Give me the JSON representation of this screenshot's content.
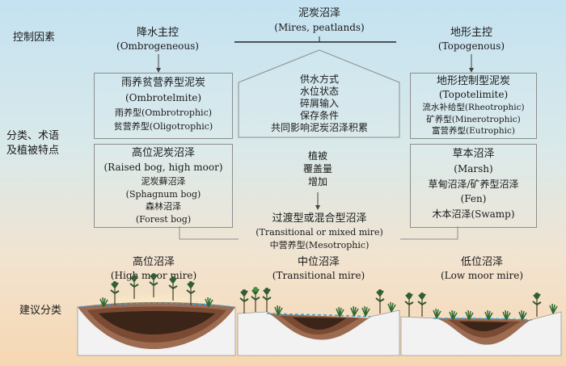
{
  "labels": {
    "factors": "控制因素",
    "classification": [
      "分类、术语",
      "及植被特点"
    ],
    "suggested": "建议分类"
  },
  "center_top": {
    "cn": "泥炭沼泽",
    "en": "(Mires, peatlands)"
  },
  "left_top": {
    "cn": "降水主控",
    "en": "(Ombrogeneous)"
  },
  "right_top": {
    "cn": "地形主控",
    "en": "(Topogenous)"
  },
  "box_ombro": {
    "title_cn": "雨养贫营养型泥炭",
    "title_en": "(Ombrotelmite)",
    "line1": "雨养型(Ombrotrophic)",
    "line2": "贫营养型(Oligotrophic)"
  },
  "box_topo": {
    "title_cn": "地形控制型泥炭",
    "title_en": "(Topotelimite)",
    "line1": "流水补给型(Rheotrophic)",
    "line2": "矿养型(Minerotrophic)",
    "line3": "富营养型(Eutrophic)"
  },
  "house": [
    "供水方式",
    "水位状态",
    "碎屑输入",
    "保存条件",
    "共同影响泥炭沼泽积累"
  ],
  "box_raised": {
    "title_cn": "高位泥炭沼泽",
    "title_en": "(Raised bog, high moor)",
    "line1": "泥炭藓沼泽",
    "line2": "(Sphagnum bog)",
    "line3": "森林沼泽",
    "line4": "(Forest bog)"
  },
  "box_marsh": {
    "title_cn": "草本沼泽",
    "title_en": "(Marsh)",
    "line1": "草甸沼泽/矿养型沼泽",
    "line2": "(Fen)",
    "line3": "木本沼泽(Swamp)"
  },
  "vegetation": [
    "植被",
    "覆盖量",
    "增加"
  ],
  "transitional": {
    "cn": "过渡型或混合型沼泽",
    "en": "(Transitional or mixed mire)",
    "sub": "中营养型(Mesotrophic)"
  },
  "bottom": [
    {
      "cn": "高位沼泽",
      "en": "(High moor mire)"
    },
    {
      "cn": "中位沼泽",
      "en": "(Transitional mire)"
    },
    {
      "cn": "低位沼泽",
      "en": "(Low moor mire)"
    }
  ]
}
